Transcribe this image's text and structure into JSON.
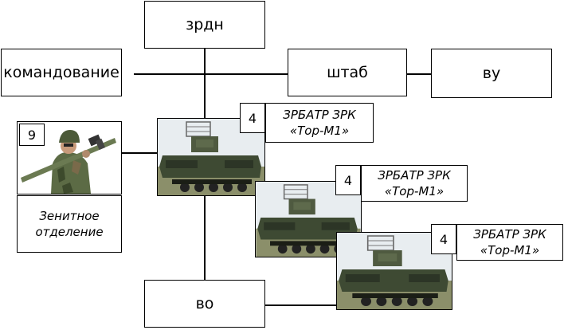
{
  "nodes": {
    "zrdn": "зрдн",
    "command": "командование",
    "hq": "штаб",
    "vu": "ву",
    "vo": "во",
    "squad": {
      "count": "9",
      "caption_line1": "Зенитное",
      "caption_line2": "отделение"
    },
    "batteries": [
      {
        "count": "4",
        "caption_line1": "ЗРБАТР ЗРК",
        "caption_line2": "«Тор-М1»"
      },
      {
        "count": "4",
        "caption_line1": "ЗРБАТР ЗРК",
        "caption_line2": "«Тор-М1»"
      },
      {
        "count": "4",
        "caption_line1": "ЗРБАТР ЗРК",
        "caption_line2": "«Тор-М1»"
      }
    ]
  },
  "icons": [
    "soldier-manpads-icon",
    "tor-m1-vehicle-icon"
  ]
}
